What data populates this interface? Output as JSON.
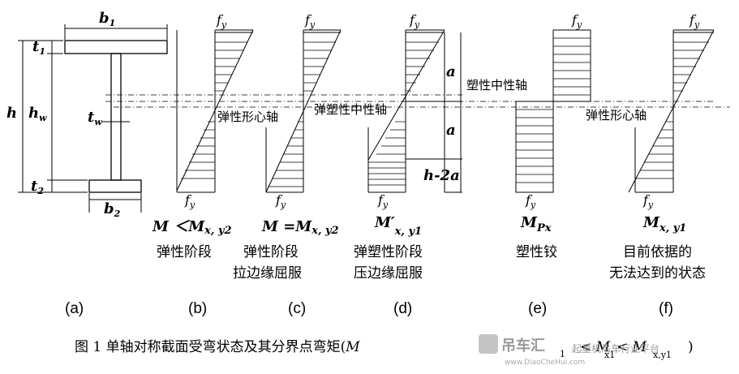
{
  "section": {
    "b1": "b",
    "b1_sub": "1",
    "b2": "b",
    "b2_sub": "2",
    "t1": "t",
    "t1_sub": "1",
    "t2": "t",
    "t2_sub": "2",
    "tw": "t",
    "tw_sub": "w",
    "h": "h",
    "hw": "h",
    "hw_sub": "w"
  },
  "fy_label": "f",
  "fy_sub": "y",
  "neutral_axes": {
    "elastic": "弹性形心轴",
    "elastoplastic": "弹塑性中性轴",
    "plastic": "塑性中性轴",
    "elastic_f": "弹性形心轴"
  },
  "dims": {
    "a1": "a",
    "a2": "a",
    "h2a": "h-2a"
  },
  "panels": [
    {
      "id": "b",
      "moment": "M ＜M",
      "moment_sub": "x, y2",
      "desc1": "弹性阶段",
      "desc2": "",
      "letter": "(b)"
    },
    {
      "id": "c",
      "moment": "M =M",
      "moment_sub": "x, y2",
      "desc1": "弹性阶段",
      "desc2": "拉边缘屈服",
      "letter": "(c)"
    },
    {
      "id": "d",
      "moment": "M′",
      "moment_sub": "x, y1",
      "desc1": "弹塑性阶段",
      "desc2": "压边缘屈服",
      "letter": "(d)"
    },
    {
      "id": "e",
      "moment": "M",
      "moment_sub": "Px",
      "desc1": "塑性铰",
      "desc2": "",
      "letter": "(e)"
    },
    {
      "id": "f",
      "moment": "M",
      "moment_sub": "x, y1",
      "desc1": "目前依据的",
      "desc2": "无法达到的状态",
      "letter": "(f)"
    }
  ],
  "letter_a": "(a)",
  "caption": {
    "prefix": "图 1 单轴对称截面受弯状态及其分界点弯矩(",
    "formula_start": "M",
    "formula_tail": "1",
    "formula_end": "< M",
    "formula_sub1": "x1",
    "formula_mid": "< M",
    "formula_sub2": "x,y1",
    "suffix": ")"
  },
  "watermark": {
    "brand": "吊车汇",
    "slogan": "起重机吊车行业平台",
    "url": "www.DiaoCheHui.com"
  }
}
